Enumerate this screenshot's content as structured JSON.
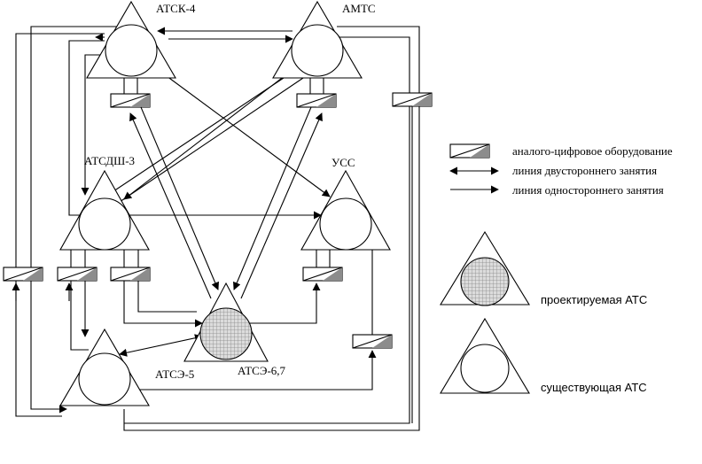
{
  "nodes": {
    "atsk4": {
      "label": "АТСК-4"
    },
    "amts": {
      "label": "АМТС"
    },
    "atsdsh3": {
      "label": "АТСДШ-3"
    },
    "uss": {
      "label": "УСС"
    },
    "atse5": {
      "label": "АТСЭ-5"
    },
    "atse67": {
      "label": "АТСЭ-6,7"
    }
  },
  "legend": {
    "adc": "аналого-цифровое оборудование",
    "bidirectional": "линия двустороннего занятия",
    "unidirectional": "линия одностороннего занятия",
    "projected": "проектируемая АТС",
    "existing": "существующая АТС"
  },
  "colors": {
    "line": "#000000",
    "adc_fill": "#8c8c8c",
    "projected_fill": "#c8c8c8"
  }
}
